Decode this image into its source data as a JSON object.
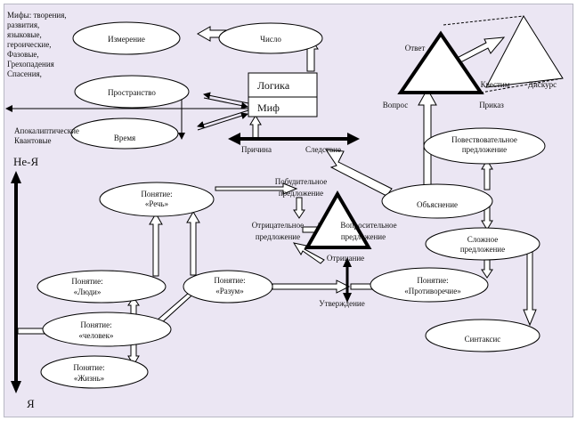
{
  "colors": {
    "background": "#ebe6f3",
    "outline": "#000000",
    "fill": "#ffffff"
  },
  "nodes": {
    "myths": [
      "Мифы: творения,",
      "развития,",
      "языковые,",
      "героические,",
      "Фазовые,",
      "Грехопадения",
      "Спасения,"
    ],
    "apocalyptic": [
      "Апокалиптические",
      "Квантовые"
    ],
    "measurement": "Измерение",
    "number": "Число",
    "space": "Пространство",
    "time": "Время",
    "logic": "Логика",
    "myth": "Миф",
    "cause": "Причина",
    "consequence": "Следствие",
    "answer": "Ответ",
    "question": "Вопрос",
    "quest": "Квестим",
    "discourse": "Дискурс",
    "order": "Приказ",
    "narrative": [
      "Повествовательное",
      "предложение"
    ],
    "explanation": "Объяснение",
    "complex": [
      "Сложное",
      "предложение"
    ],
    "syntax": "Синтаксис",
    "ne_ya": "Не-Я",
    "ya": "Я",
    "speech": [
      "Понятие:",
      "«Речь»"
    ],
    "incentive": [
      "Побудительное",
      "предложение"
    ],
    "negative": [
      "Отрицательное",
      "предложение"
    ],
    "interrogative": [
      "Вопросительное",
      "предложение"
    ],
    "negation": "Отрицание",
    "affirmation": "Утверждение",
    "contradiction": [
      "Понятие:",
      "«Противоречие»"
    ],
    "people": [
      "Понятие:",
      "«Люди»"
    ],
    "reason": [
      "Понятие:",
      "«Разум»"
    ],
    "human": [
      "Понятие:",
      "«человек»"
    ],
    "life": [
      "Понятие:",
      "«Жизнь»"
    ]
  }
}
